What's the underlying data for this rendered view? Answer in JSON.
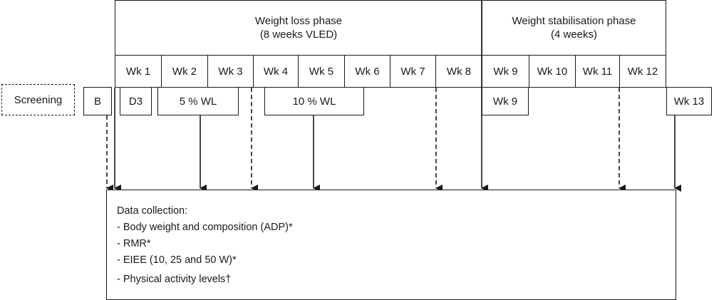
{
  "phases": {
    "loss": {
      "title": "Weight loss phase",
      "subtitle": "(8 weeks VLED)"
    },
    "stab": {
      "title": "Weight stabilisation phase",
      "subtitle": "(4 weeks)"
    }
  },
  "weeks": [
    "Wk 1",
    "Wk 2",
    "Wk 3",
    "Wk 4",
    "Wk 5",
    "Wk 6",
    "Wk 7",
    "Wk 8",
    "Wk 9",
    "Wk 10",
    "Wk 11",
    "Wk 12"
  ],
  "events": {
    "screening": "Screening",
    "baseline": "B",
    "day3": "D3",
    "wl5": "5 % WL",
    "wl10": "10 % WL",
    "wk9": "Wk 9",
    "wk13": "Wk 13"
  },
  "data_collection": {
    "title": "Data collection:",
    "items": [
      "- Body weight and composition (ADP)*",
      "- RMR*",
      "- EIEE (10, 25 and 50 W)*",
      "- Physical activity levels†"
    ]
  }
}
